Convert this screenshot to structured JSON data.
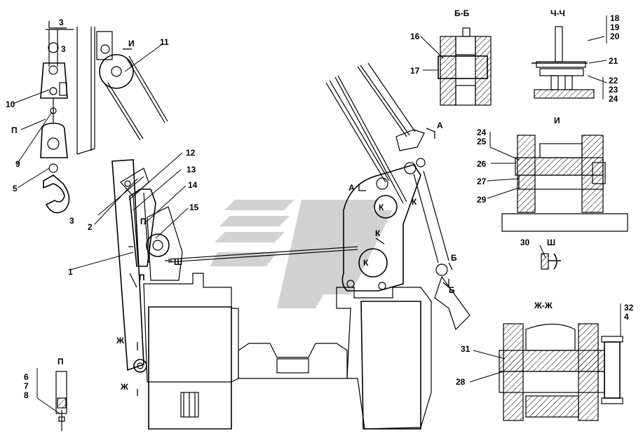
{
  "numbers": [
    "1",
    "2",
    "3",
    "3",
    "3",
    "4",
    "5",
    "6",
    "7",
    "8",
    "9",
    "10",
    "11",
    "12",
    "13",
    "14",
    "15",
    "16",
    "17",
    "18",
    "19",
    "20",
    "21",
    "22",
    "23",
    "24",
    "24",
    "25",
    "26",
    "27",
    "28",
    "29",
    "30",
    "31",
    "32"
  ],
  "sections": {
    "bb": "Б-Б",
    "chch": "Ч-Ч",
    "i": "И",
    "zhzh": "Ж-Ж",
    "p": "П",
    "sh": "Ш"
  },
  "marks": {
    "i_top": "И",
    "p_hook": "П",
    "p_arm_top": "П",
    "p_arm_bot": "П",
    "sh_arm": "Ш",
    "zh_top": "Ж",
    "zh_bot": "Ж",
    "a_top": "А",
    "a_mid": "А",
    "b_top": "Б",
    "b_bot": "Б",
    "k1": "К",
    "k2": "К",
    "k3": "К",
    "k4": "К"
  }
}
